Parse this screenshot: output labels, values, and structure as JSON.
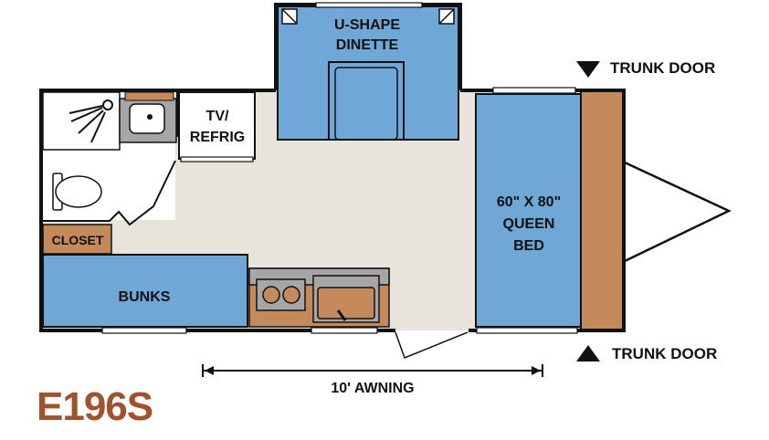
{
  "model": "E196S",
  "rooms": {
    "dinette": [
      "U-SHAPE",
      "DINETTE"
    ],
    "tv_refrig": [
      "TV/",
      "REFRIG"
    ],
    "bed": [
      "60\" X 80\"",
      "QUEEN",
      "BED"
    ],
    "closet": "CLOSET",
    "bunks": "BUNKS"
  },
  "trunk_door_top": "TRUNK DOOR",
  "trunk_door_bottom": "TRUNK DOOR",
  "awning": "10' AWNING",
  "colors": {
    "furniture_blue": "#6fa8d6",
    "floor": "#e8e4dc",
    "wood": "#c58a5c",
    "wall": "#111111",
    "fixture_gray": "#a6a6a6",
    "model_text": "#a0522d"
  }
}
